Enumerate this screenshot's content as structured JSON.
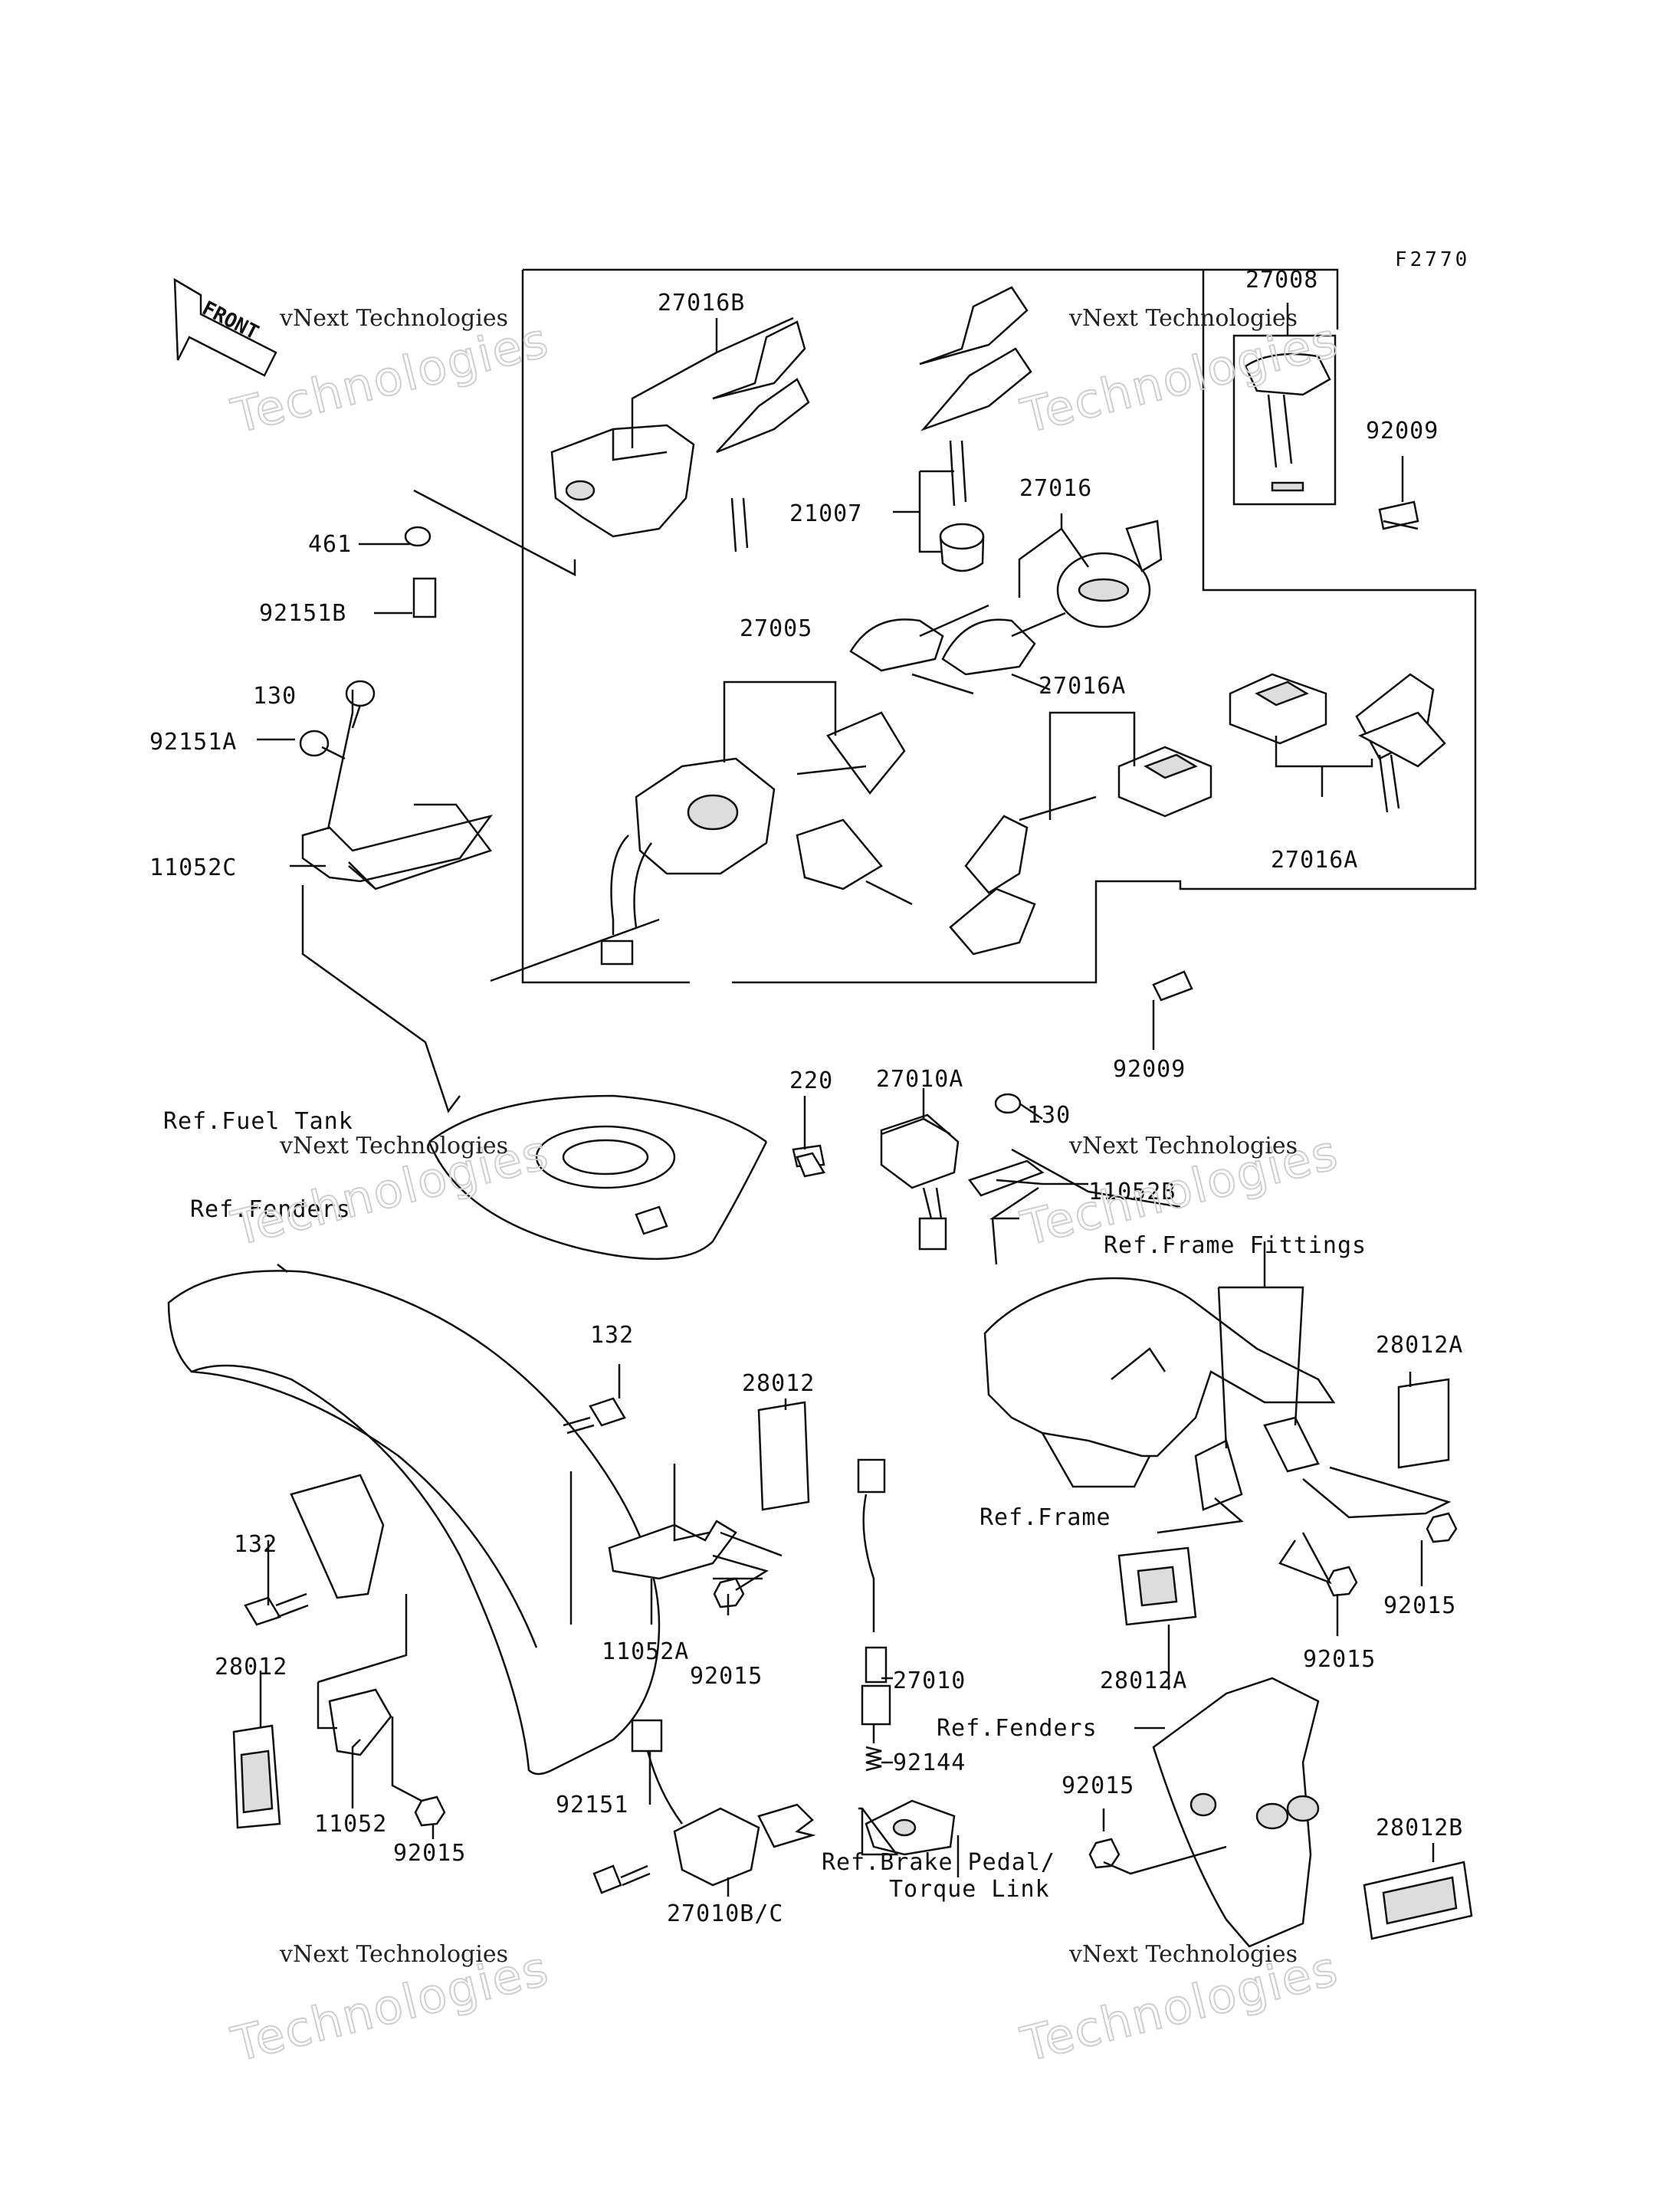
{
  "figure_code": "F2770",
  "front_label": "FRONT",
  "watermark": {
    "line1": "vNext Technologies",
    "line2": "Technologies"
  },
  "part_labels": {
    "p27016B": "27016B",
    "p27008": "27008",
    "p92009_top": "92009",
    "p461": "461",
    "p92151B": "92151B",
    "p21007": "21007",
    "p27016": "27016",
    "p27005": "27005",
    "p130_left": "130",
    "p92151A": "92151A",
    "p27016A_mid": "27016A",
    "p27016A_right": "27016A",
    "p11052C": "11052C",
    "p92009_bottom": "92009",
    "p220": "220",
    "p27010A": "27010A",
    "p130_mid": "130",
    "p11052B": "11052B",
    "p132_top": "132",
    "p28012_mid": "28012",
    "p28012A_top": "28012A",
    "p132_left": "132",
    "p11052A": "11052A",
    "p92015_mid": "92015",
    "p92015_right": "92015",
    "p28012_left": "28012",
    "p27010": "27010",
    "p28012A_bottom": "28012A",
    "p92015_rc": "92015",
    "p92144": "92144",
    "p11052": "11052",
    "p92015_left": "92015",
    "p92151": "92151",
    "p92015_rb": "92015",
    "p28012B": "28012B",
    "p27010BC": "27010B/C"
  },
  "reference_labels": {
    "fuel_tank": "Ref.Fuel Tank",
    "fenders_left": "Ref.Fenders",
    "frame_fittings": "Ref.Frame Fittings",
    "frame": "Ref.Frame",
    "fenders_right": "Ref.Fenders",
    "brake_pedal_1": "Ref.Brake Pedal/",
    "brake_pedal_2": "Torque Link"
  }
}
